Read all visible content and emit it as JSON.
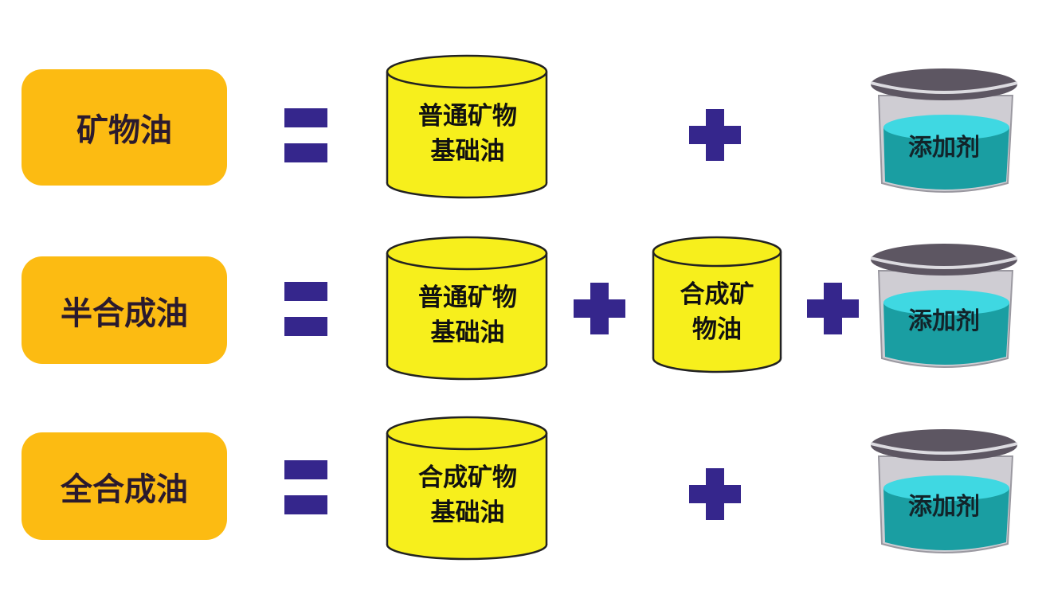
{
  "rows": [
    {
      "name": "矿物油",
      "base": [
        "普通矿物",
        "基础油"
      ],
      "additive": "添加剂"
    },
    {
      "name": "半合成油",
      "base": [
        "普通矿物",
        "基础油"
      ],
      "extra": [
        "合成矿",
        "物油"
      ],
      "additive": "添加剂"
    },
    {
      "name": "全合成油",
      "base": [
        "合成矿物",
        "基础油"
      ],
      "additive": "添加剂"
    }
  ],
  "colors": {
    "label": "#fcbb12",
    "operator": "#35268c",
    "cylinder": "#f7ef1c",
    "liquid": "#1a9ea2"
  }
}
